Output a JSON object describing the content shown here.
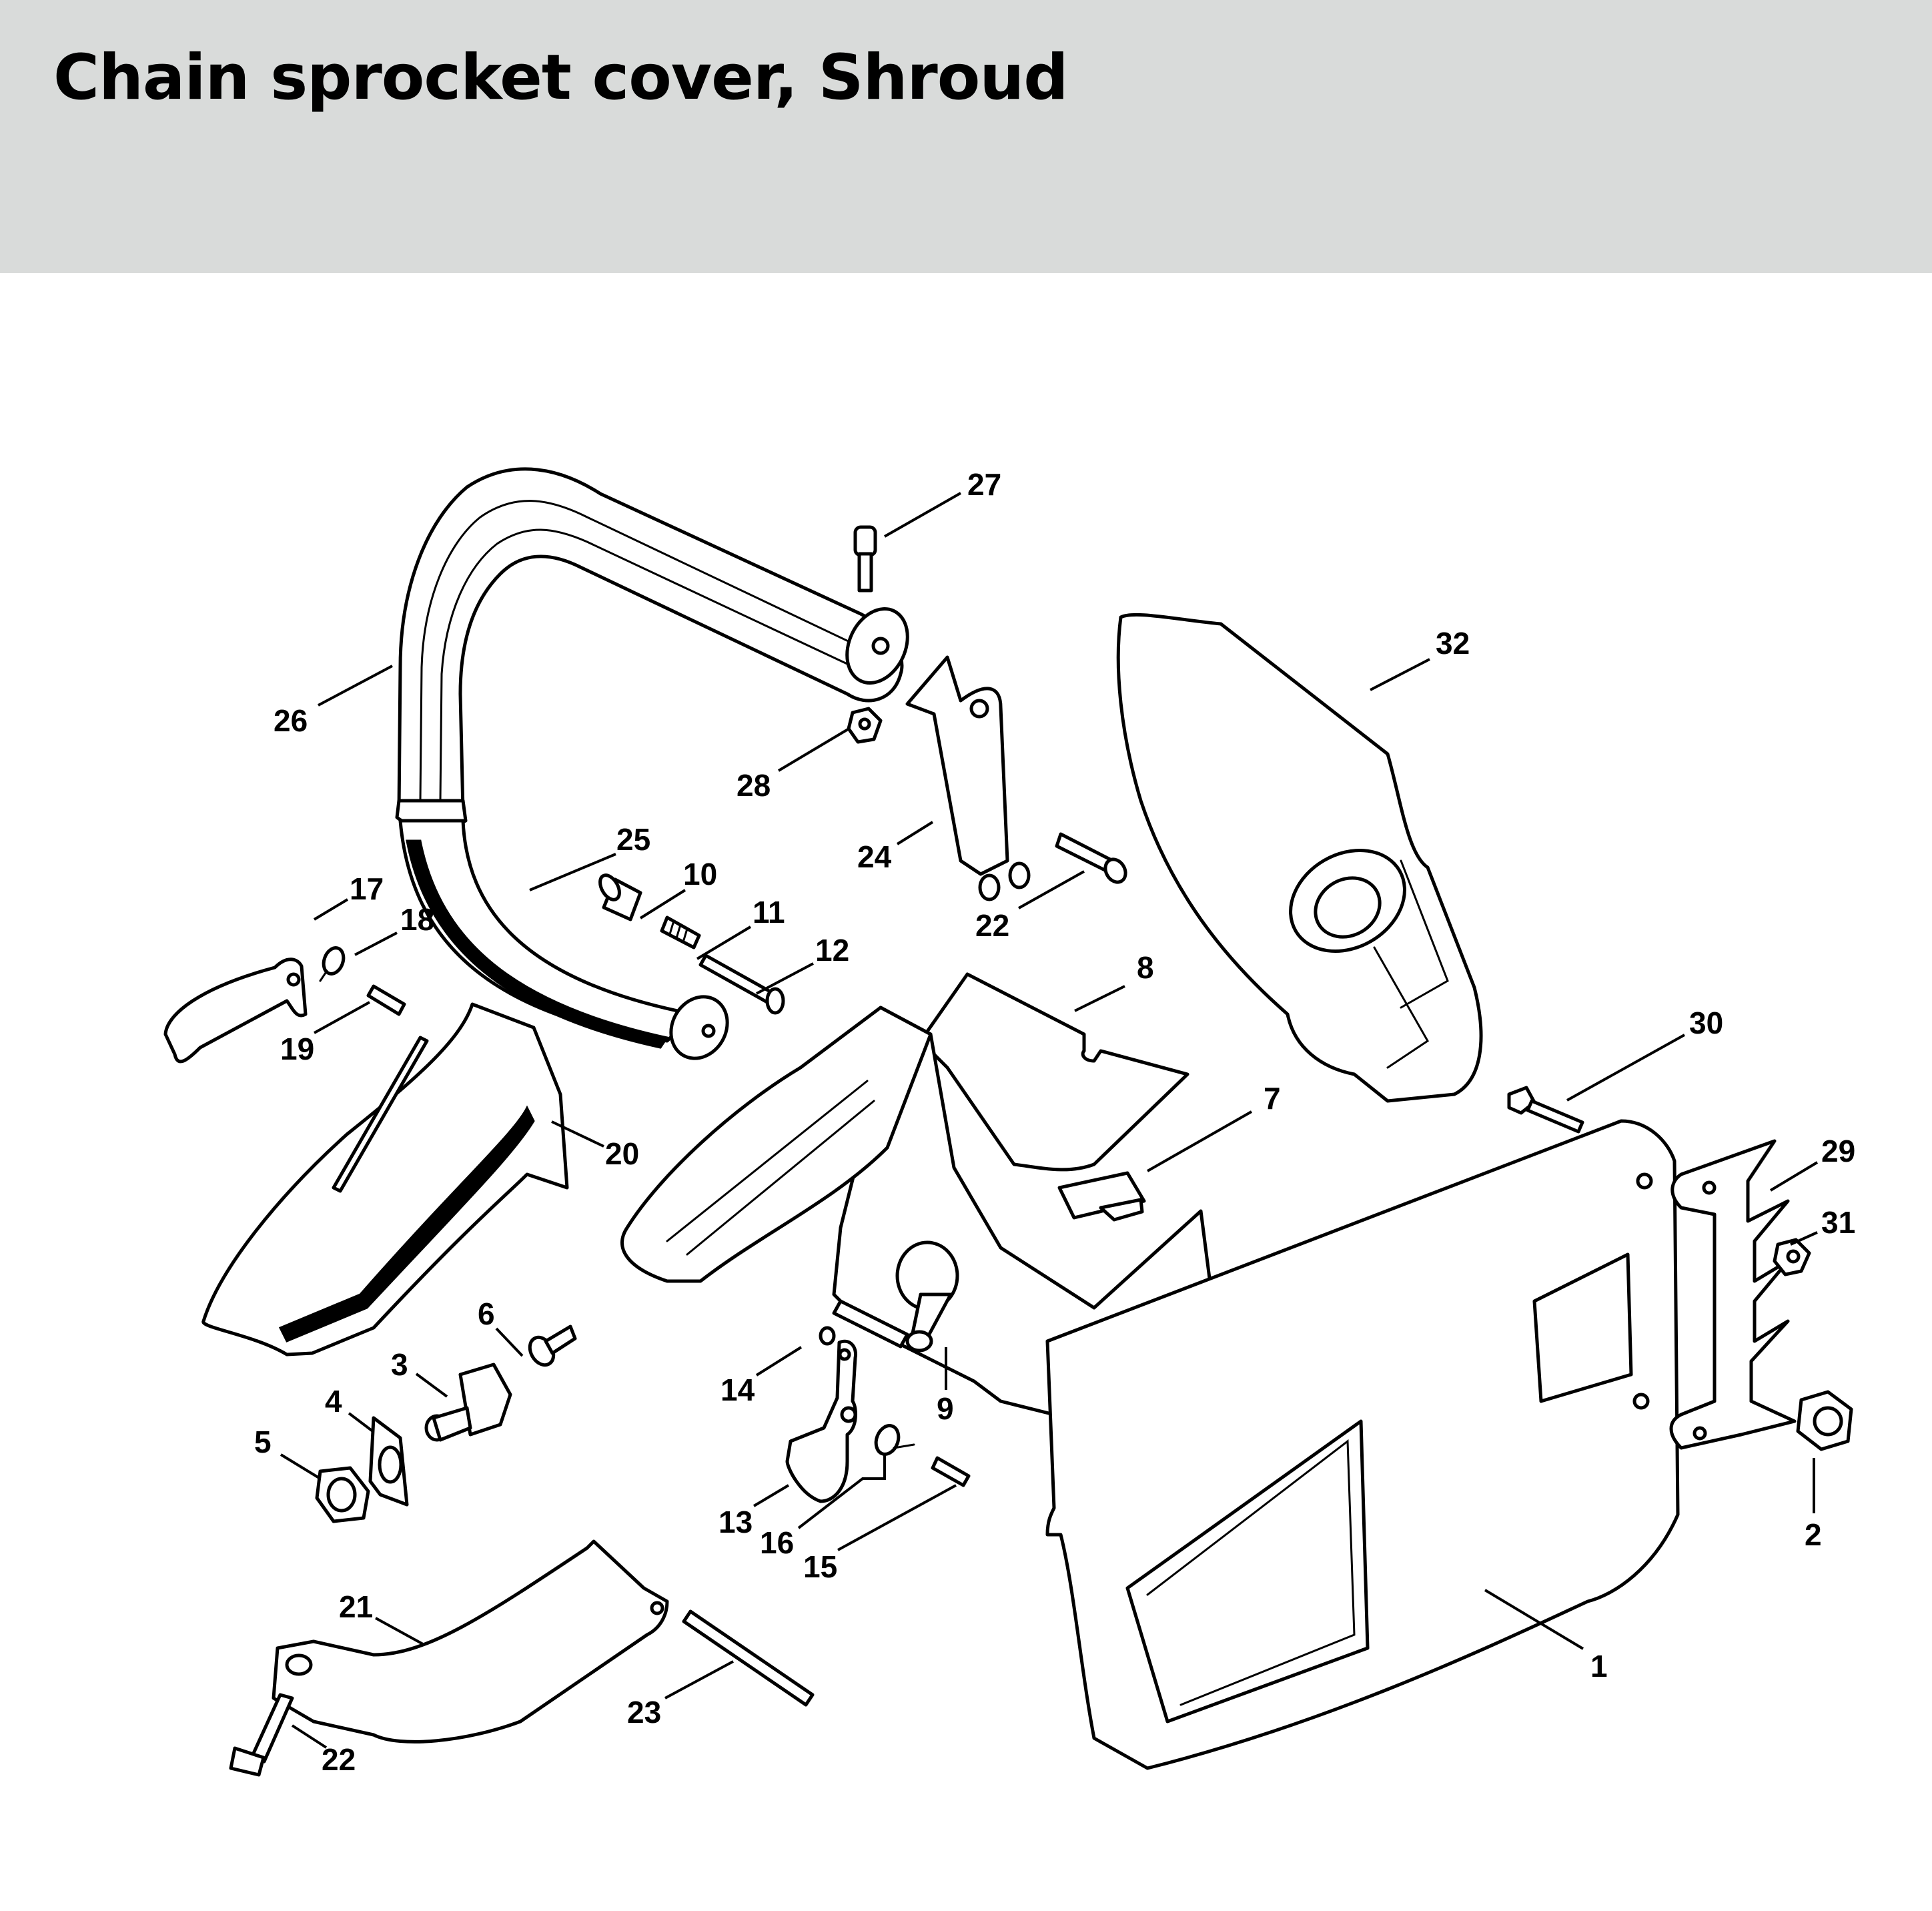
{
  "header": {
    "title": "Chain sprocket cover, Shroud",
    "background_color": "#d9dbda"
  },
  "diagram": {
    "type": "exploded parts diagram",
    "callouts": [
      {
        "id": "c27",
        "label": "27",
        "part": "screw"
      },
      {
        "id": "c26",
        "label": "26",
        "part": "handlebar"
      },
      {
        "id": "c32",
        "label": "32",
        "part": "shroud"
      },
      {
        "id": "c28",
        "label": "28",
        "part": "hex nut"
      },
      {
        "id": "c24",
        "label": "24",
        "part": "handlebar support"
      },
      {
        "id": "c22a",
        "label": "22",
        "part": "screw"
      },
      {
        "id": "c25",
        "label": "25",
        "part": "front handle"
      },
      {
        "id": "c10",
        "label": "10",
        "part": "sleeve"
      },
      {
        "id": "c11",
        "label": "11",
        "part": "spring"
      },
      {
        "id": "c12",
        "label": "12",
        "part": "pin"
      },
      {
        "id": "c17",
        "label": "17",
        "part": "lever"
      },
      {
        "id": "c18",
        "label": "18",
        "part": "spring"
      },
      {
        "id": "c19",
        "label": "19",
        "part": "pin"
      },
      {
        "id": "c8",
        "label": "8",
        "part": "baffle plate"
      },
      {
        "id": "c30",
        "label": "30",
        "part": "hex bolt"
      },
      {
        "id": "c7",
        "label": "7",
        "part": "slide"
      },
      {
        "id": "c29",
        "label": "29",
        "part": "spiked bumper"
      },
      {
        "id": "c31",
        "label": "31",
        "part": "nut"
      },
      {
        "id": "c20",
        "label": "20",
        "part": "hand guard"
      },
      {
        "id": "c6",
        "label": "6",
        "part": "fitting"
      },
      {
        "id": "c3",
        "label": "3",
        "part": "valve"
      },
      {
        "id": "c4",
        "label": "4",
        "part": "plate"
      },
      {
        "id": "c5",
        "label": "5",
        "part": "hex nut"
      },
      {
        "id": "c14",
        "label": "14",
        "part": "screw"
      },
      {
        "id": "c9",
        "label": "9",
        "part": "screw"
      },
      {
        "id": "c13",
        "label": "13",
        "part": "lever"
      },
      {
        "id": "c16",
        "label": "16",
        "part": "spring"
      },
      {
        "id": "c15",
        "label": "15",
        "part": "pin"
      },
      {
        "id": "c2",
        "label": "2",
        "part": "collar nut"
      },
      {
        "id": "c1",
        "label": "1",
        "part": "chain sprocket cover"
      },
      {
        "id": "c21",
        "label": "21",
        "part": "rear hand guard"
      },
      {
        "id": "c23",
        "label": "23",
        "part": "rod"
      },
      {
        "id": "c22b",
        "label": "22",
        "part": "screw"
      }
    ]
  }
}
